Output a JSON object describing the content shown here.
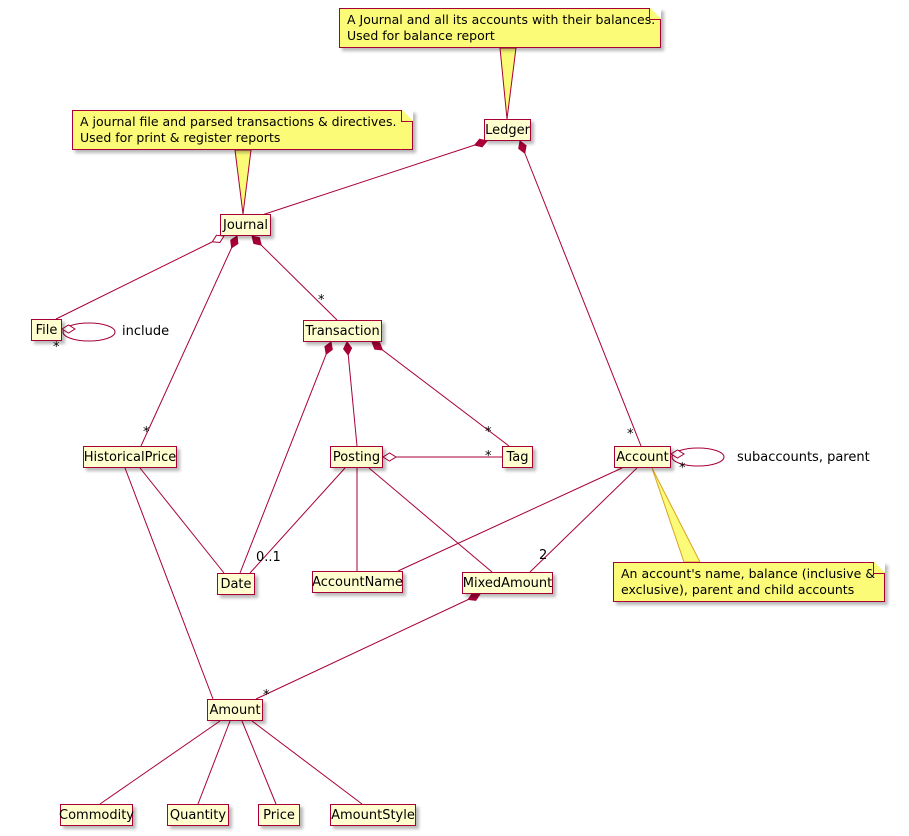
{
  "diagram": {
    "type": "uml-class-diagram",
    "description": "hledger data model: Ledger, Journal, accounts, transactions and amounts"
  },
  "colors": {
    "node_fill": "#FEFECE",
    "node_border": "#A80036",
    "note_fill": "#FBFB77",
    "note_border": "#A80036",
    "edge": "#A80036",
    "note_connector_orange": "#D9A326",
    "text": "#000000",
    "background": "#FFFFFF"
  },
  "nodes": {
    "ledger": "Ledger",
    "journal": "Journal",
    "file": "File",
    "transaction": "Transaction",
    "historical_price": "HistoricalPrice",
    "posting": "Posting",
    "tag": "Tag",
    "account": "Account",
    "date": "Date",
    "account_name": "AccountName",
    "mixed_amount": "MixedAmount",
    "amount": "Amount",
    "commodity": "Commodity",
    "quantity": "Quantity",
    "price": "Price",
    "amount_style": "AmountStyle"
  },
  "notes": {
    "ledger_note": {
      "line1": "A Journal and all its accounts with their balances.",
      "line2": "Used for balance report"
    },
    "journal_note": {
      "line1": "A journal file and parsed transactions & directives.",
      "line2": "Used for print & register reports"
    },
    "account_note": {
      "line1": "An account's name, balance (inclusive &",
      "line2": "exclusive), parent and child accounts"
    }
  },
  "edge_labels": {
    "include": "include",
    "subaccounts_parent": "subaccounts, parent",
    "many_transaction": "*",
    "many_historical_price": "*",
    "many_account": "*",
    "many_tag_from_transaction": "*",
    "many_tag_from_posting": "*",
    "many_file": "*",
    "many_subaccounts": "*",
    "date_optional": "0..1",
    "two_mixed_amounts": "2",
    "many_amount": "*"
  },
  "relationships": [
    {
      "from": "Ledger",
      "to": "Journal",
      "type": "composition"
    },
    {
      "from": "Ledger",
      "to": "Account",
      "type": "composition",
      "to_multiplicity": "*"
    },
    {
      "from": "Journal",
      "to": "File",
      "type": "aggregation"
    },
    {
      "from": "File",
      "to": "File",
      "type": "aggregation",
      "label": "include",
      "to_multiplicity": "*"
    },
    {
      "from": "Journal",
      "to": "Transaction",
      "type": "composition",
      "to_multiplicity": "*"
    },
    {
      "from": "Journal",
      "to": "HistoricalPrice",
      "type": "composition",
      "to_multiplicity": "*"
    },
    {
      "from": "Transaction",
      "to": "Posting",
      "type": "composition"
    },
    {
      "from": "Transaction",
      "to": "Tag",
      "type": "composition",
      "to_multiplicity": "*"
    },
    {
      "from": "Transaction",
      "to": "Date",
      "type": "composition"
    },
    {
      "from": "Posting",
      "to": "Tag",
      "type": "aggregation",
      "to_multiplicity": "*"
    },
    {
      "from": "Posting",
      "to": "Date",
      "type": "association",
      "to_multiplicity": "0..1"
    },
    {
      "from": "Posting",
      "to": "AccountName",
      "type": "association"
    },
    {
      "from": "Posting",
      "to": "MixedAmount",
      "type": "association"
    },
    {
      "from": "Account",
      "to": "Account",
      "type": "aggregation",
      "label": "subaccounts, parent",
      "to_multiplicity": "*"
    },
    {
      "from": "Account",
      "to": "AccountName",
      "type": "association"
    },
    {
      "from": "Account",
      "to": "MixedAmount",
      "type": "association",
      "to_multiplicity": "2"
    },
    {
      "from": "MixedAmount",
      "to": "Amount",
      "type": "composition",
      "to_multiplicity": "*"
    },
    {
      "from": "HistoricalPrice",
      "to": "Date",
      "type": "association"
    },
    {
      "from": "HistoricalPrice",
      "to": "Amount",
      "type": "association"
    },
    {
      "from": "Amount",
      "to": "Commodity",
      "type": "association"
    },
    {
      "from": "Amount",
      "to": "Quantity",
      "type": "association"
    },
    {
      "from": "Amount",
      "to": "Price",
      "type": "association"
    },
    {
      "from": "Amount",
      "to": "AmountStyle",
      "type": "association"
    }
  ]
}
